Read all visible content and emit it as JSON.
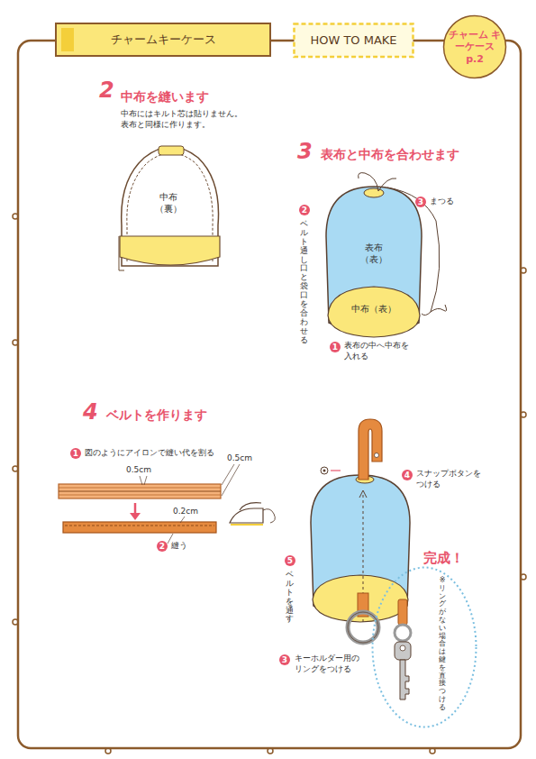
{
  "diagram": {
    "title": "チャームキーケース",
    "nodes": [
      {
        "text": [
          "HOW TO MAKE"
        ]
      },
      {
        "text": [
          "チャーム キーケース p.2"
        ]
      },
      {
        "text": [
          "※リングがない場合は 鍵を直接つける"
        ]
      }
    ],
    "labels": [
      "2",
      "中布を縫います",
      "中布にはキルト芯は貼りません。 表布と同様に作ります。",
      "中布 （裏）",
      "3",
      "表布と中布を合わせます",
      "1",
      "表布の中へ中布を 入れる",
      "2",
      "ベルト通し口と袋口を合わせる",
      "3",
      "まつる",
      "表布 （表）",
      "中布（表）",
      "4",
      "ベルトを作ります",
      "1",
      "図のようにアイロンで縫い代を割る",
      "0.5cm",
      "0.5cm",
      "0.2cm",
      "2",
      "縫う",
      "4",
      "スナップボタンを つける",
      "5",
      "ベルトを通す",
      "3",
      "キーホルダー用の リングをつける",
      "完成！"
    ]
  }
}
